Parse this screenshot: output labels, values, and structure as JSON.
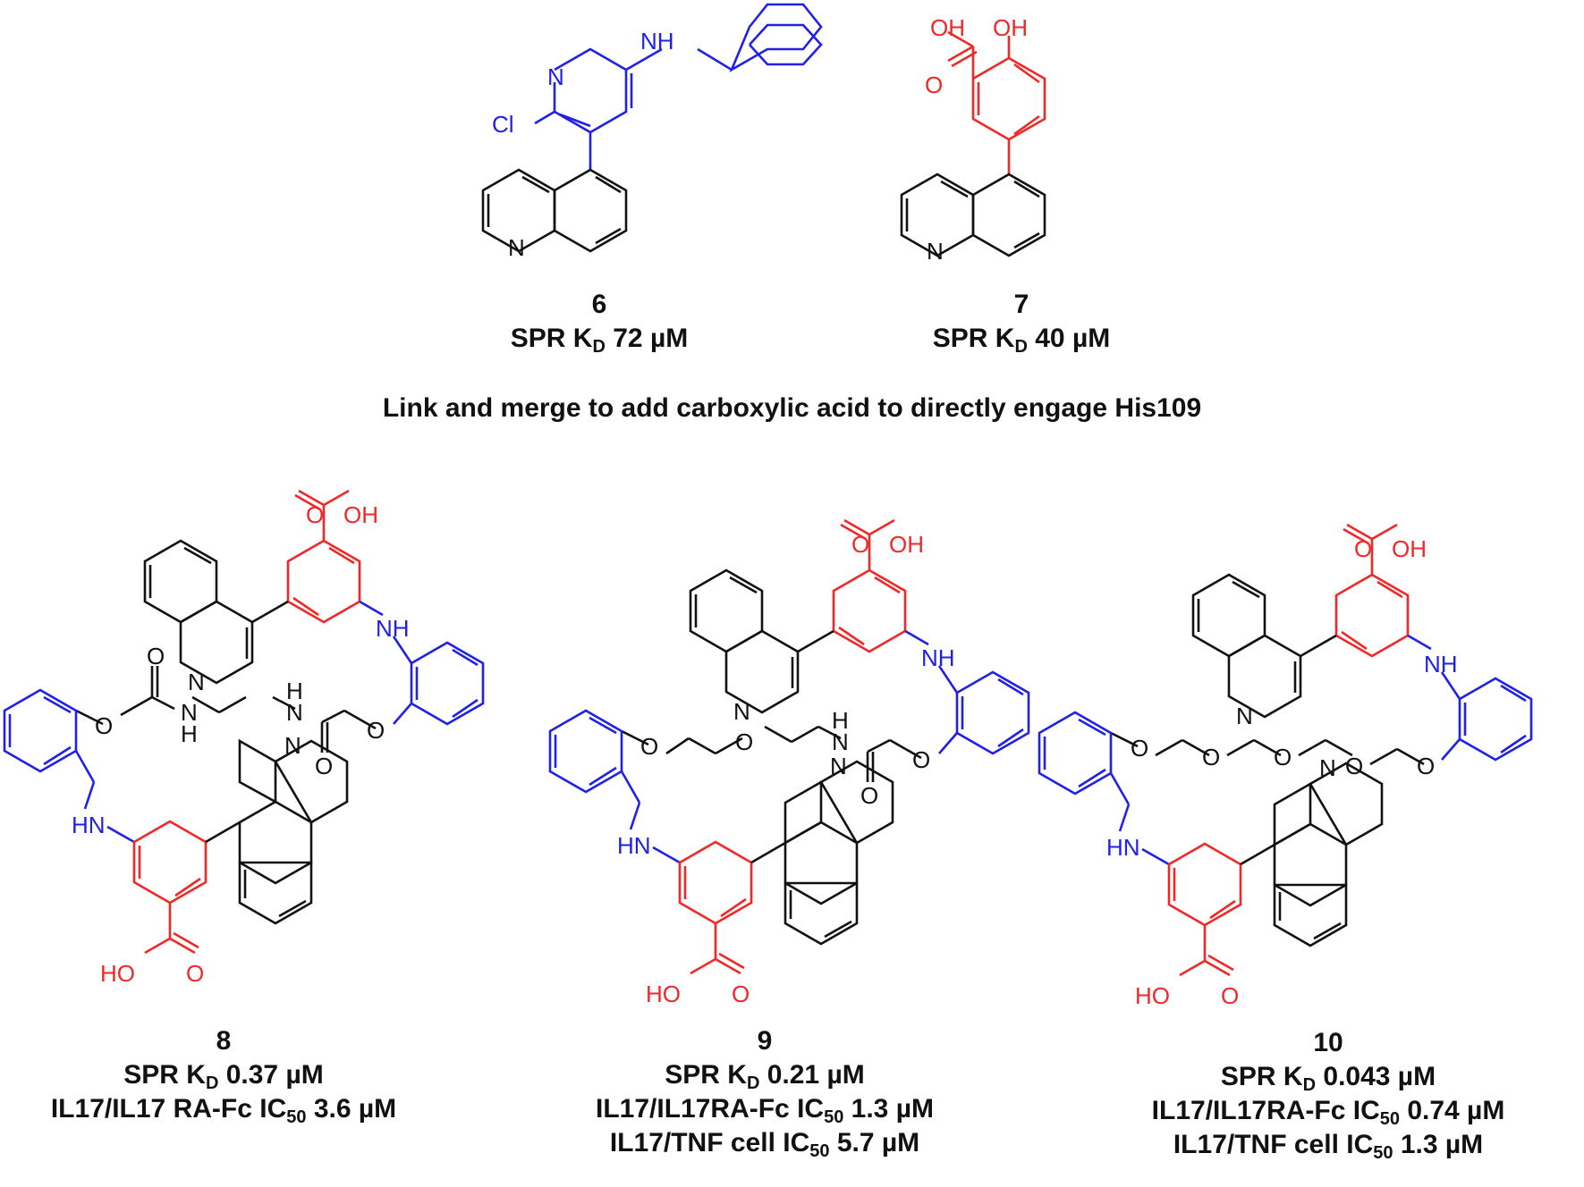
{
  "colors": {
    "black": "#111111",
    "red": "#f02828",
    "blue": "#2020e6"
  },
  "caption": "Link and merge to add carboxylic acid to directly engage His109",
  "atoms": {
    "N": "N",
    "NH": "NH",
    "HN": "HN",
    "H": "H",
    "O": "O",
    "OH": "OH",
    "HO": "HO",
    "Cl": "Cl"
  },
  "compounds": [
    {
      "id": "6",
      "spr": {
        "pre": "SPR K",
        "sub": "D",
        "post": " 72 µM"
      }
    },
    {
      "id": "7",
      "spr": {
        "pre": "SPR K",
        "sub": "D",
        "post": " 40 µM"
      }
    },
    {
      "id": "8",
      "spr": {
        "pre": "SPR K",
        "sub": "D",
        "post": " 0.37 µM"
      },
      "ic1": {
        "pre": "IL17/IL17 RA-Fc IC",
        "sub": "50",
        "post": " 3.6 µM"
      }
    },
    {
      "id": "9",
      "spr": {
        "pre": "SPR K",
        "sub": "D",
        "post": " 0.21 µM"
      },
      "ic1": {
        "pre": "IL17/IL17RA-Fc IC",
        "sub": "50",
        "post": " 1.3 µM"
      },
      "ic2": {
        "pre": "IL17/TNF cell IC",
        "sub": "50",
        "post": " 5.7 µM"
      }
    },
    {
      "id": "10",
      "spr": {
        "pre": "SPR K",
        "sub": "D",
        "post": " 0.043 µM"
      },
      "ic1": {
        "pre": "IL17/IL17RA-Fc IC",
        "sub": "50",
        "post": " 0.74 µM"
      },
      "ic2": {
        "pre": "IL17/TNF cell IC",
        "sub": "50",
        "post": " 1.3 µM"
      }
    }
  ]
}
